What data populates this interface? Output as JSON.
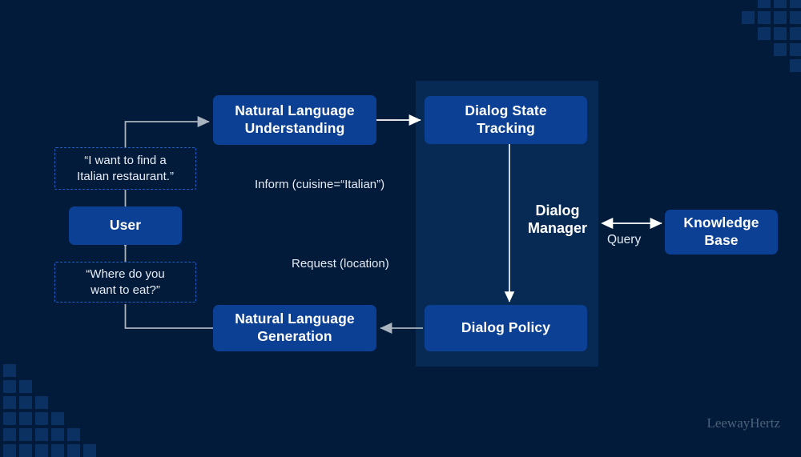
{
  "meta": {
    "title": "Task-oriented dialogue system architecture",
    "watermark": "LeewayHertz",
    "background_color": "#021b3a",
    "panel_color": "#072a55",
    "node_color": "#0b4094",
    "dashed_border_color": "#1a5fc4",
    "arrow_color_light": "#aab4be",
    "arrow_color_white": "#ffffff"
  },
  "nodes": {
    "nlu": {
      "label": "Natural Language\nUnderstanding",
      "line1": "Natural Language",
      "line2": "Understanding"
    },
    "nlg": {
      "label": "Natural Language\nGeneration",
      "line1": "Natural Language",
      "line2": "Generation"
    },
    "user": {
      "label": "User"
    },
    "dst": {
      "label": "Dialog State\nTracking",
      "line1": "Dialog State",
      "line2": "Tracking"
    },
    "policy": {
      "label": "Dialog Policy"
    },
    "kb": {
      "label": "Knowledge\nBase",
      "line1": "Knowledge",
      "line2": "Base"
    }
  },
  "panel": {
    "label": "Dialog\nManager",
    "line1": "Dialog",
    "line2": "Manager"
  },
  "utterances": {
    "input": {
      "line1": "“I want to find a",
      "line2": "Italian restaurant.”"
    },
    "output": {
      "line1": "“Where do you",
      "line2": "want to eat?”"
    }
  },
  "edge_labels": {
    "inform": "Inform (cuisine=“Italian”)",
    "request": "Request (location)",
    "query": "Query"
  },
  "chart_data": {
    "type": "diagram",
    "title": "Task-oriented dialogue system architecture",
    "nodes": [
      {
        "id": "user",
        "label": "User",
        "group": "client"
      },
      {
        "id": "nlu",
        "label": "Natural Language Understanding",
        "group": "pipeline"
      },
      {
        "id": "dst",
        "label": "Dialog State Tracking",
        "group": "dialog-manager"
      },
      {
        "id": "policy",
        "label": "Dialog Policy",
        "group": "dialog-manager"
      },
      {
        "id": "nlg",
        "label": "Natural Language Generation",
        "group": "pipeline"
      },
      {
        "id": "kb",
        "label": "Knowledge Base",
        "group": "external"
      }
    ],
    "edges": [
      {
        "from": "user",
        "to": "nlu",
        "label": "“I want to find a Italian restaurant.”"
      },
      {
        "from": "nlu",
        "to": "dst",
        "label": "Inform (cuisine=“Italian”)"
      },
      {
        "from": "dst",
        "to": "policy",
        "label": ""
      },
      {
        "from": "policy",
        "to": "nlg",
        "label": "Request (location)"
      },
      {
        "from": "nlg",
        "to": "user",
        "label": "“Where do you want to eat?”"
      },
      {
        "from": "dialog-manager",
        "to": "kb",
        "label": "Query",
        "bidirectional": true
      }
    ],
    "groups": [
      {
        "id": "dialog-manager",
        "label": "Dialog Manager",
        "members": [
          "dst",
          "policy"
        ]
      }
    ]
  }
}
